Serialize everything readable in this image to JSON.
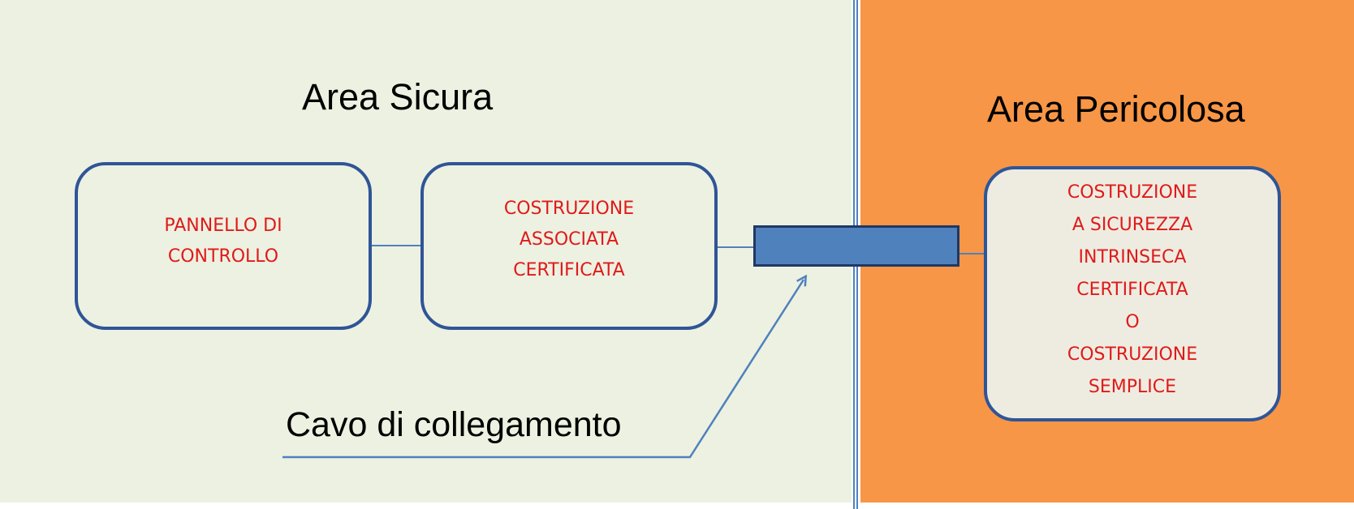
{
  "colors": {
    "safe_background": "#edf1e1",
    "danger_background": "#f79646",
    "box_border": "#2f5597",
    "inner_box_background": "#eeece1",
    "label_text": "#e01a1a",
    "connector": "#4f81bd",
    "cable": "#4f81bd"
  },
  "safe_area": {
    "title": "Area Sicura"
  },
  "danger_area": {
    "title": "Area Pericolosa"
  },
  "boxes": {
    "control_panel": "PANNELLO DI\nCONTROLLO",
    "associated_apparatus": "COSTRUZIONE\nASSOCIATA\nCERTIFICATA",
    "intrinsic_apparatus": "COSTRUZIONE\nA SICUREZZA\nINTRINSECA\nCERTIFICATA\nO\nCOSTRUZIONE\nSEMPLICE"
  },
  "cable": {
    "label": "Cavo di collegamento"
  }
}
